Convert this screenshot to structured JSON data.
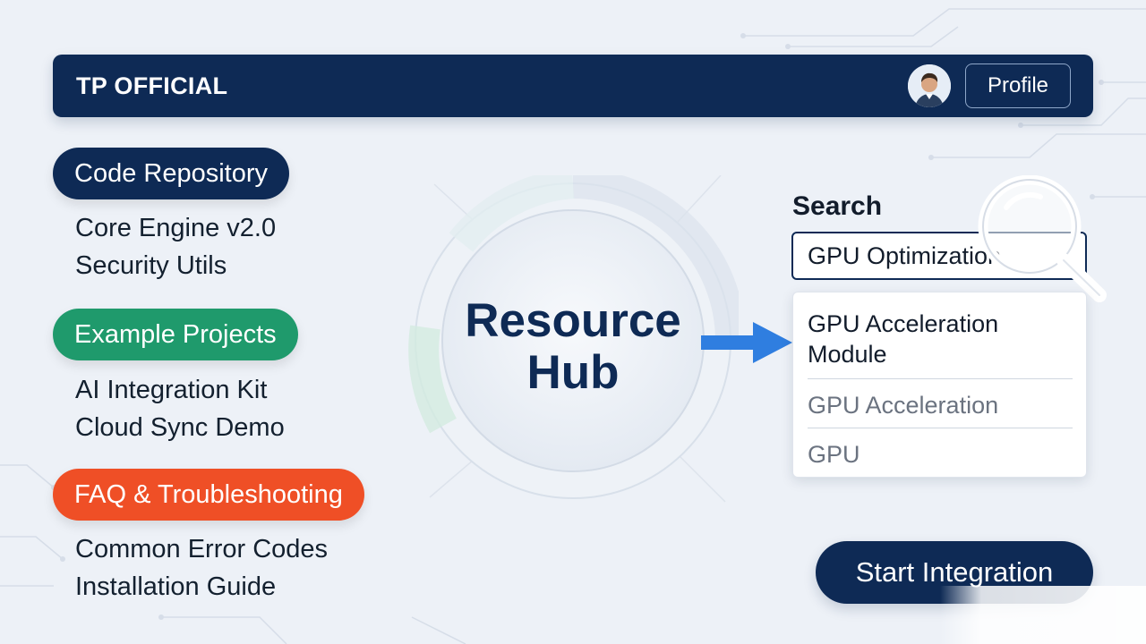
{
  "header": {
    "brand": "TP OFFICIAL",
    "profile_label": "Profile",
    "avatar_icon": "user-avatar"
  },
  "categories": [
    {
      "label": "Code Repository",
      "color": "#0e2a55",
      "items": [
        "Core Engine v2.0",
        "Security Utils"
      ]
    },
    {
      "label": "Example Projects",
      "color": "#1f9a6c",
      "items": [
        "AI Integration Kit",
        "Cloud Sync Demo"
      ]
    },
    {
      "label": "FAQ & Troubleshooting",
      "color": "#ef4f26",
      "items": [
        "Common Error Codes",
        "Installation Guide"
      ]
    }
  ],
  "hub": {
    "title_line1": "Resource",
    "title_line2": "Hub"
  },
  "search": {
    "label": "Search",
    "value": "GPU Optimization",
    "suggestions": [
      "GPU Acceleration Module",
      "GPU Acceleration",
      "GPU"
    ]
  },
  "cta": {
    "label": "Start Integration"
  },
  "colors": {
    "navy": "#0e2a55",
    "green": "#1f9a6c",
    "orange": "#ef4f26",
    "arrow_blue": "#2f7ee0"
  }
}
